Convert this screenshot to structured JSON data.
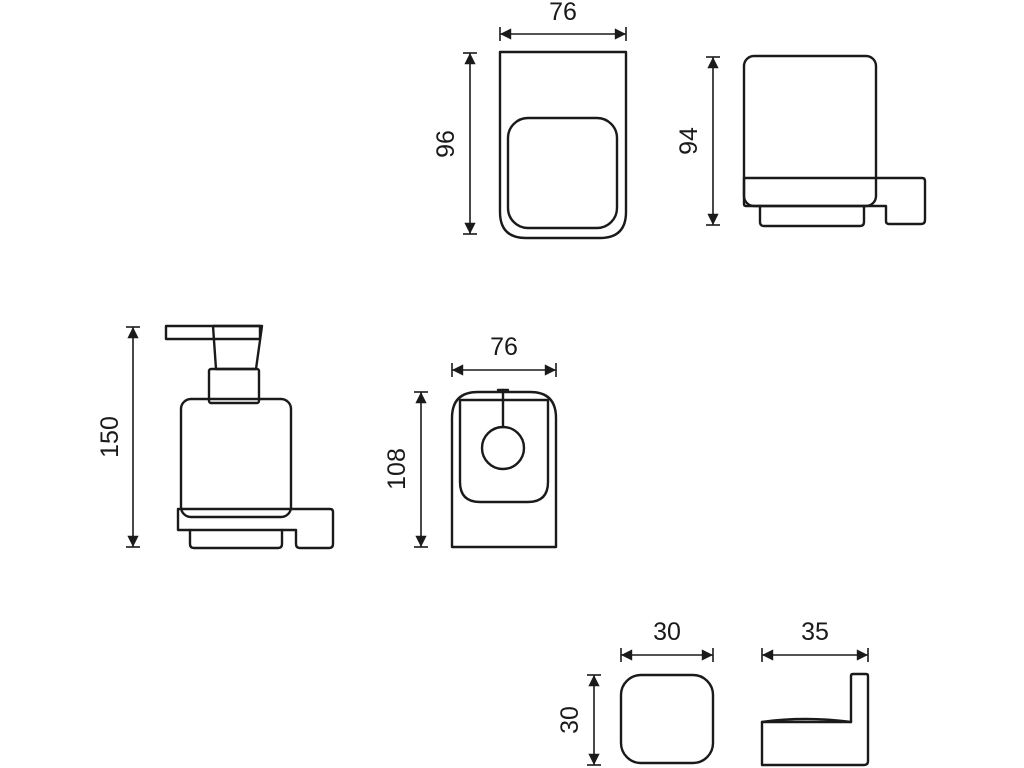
{
  "diagram": {
    "units": "",
    "dimensions": {
      "tumbler_width": "76",
      "tumbler_front_height": "96",
      "tumbler_side_height": "94",
      "soap_dispenser_height": "150",
      "dispenser_front_width": "76",
      "dispenser_front_height": "108",
      "hook_front_width": "30",
      "hook_front_height": "30",
      "hook_side_depth": "35"
    },
    "colors": {
      "line": "#1a1a1a",
      "background": "#ffffff"
    }
  }
}
